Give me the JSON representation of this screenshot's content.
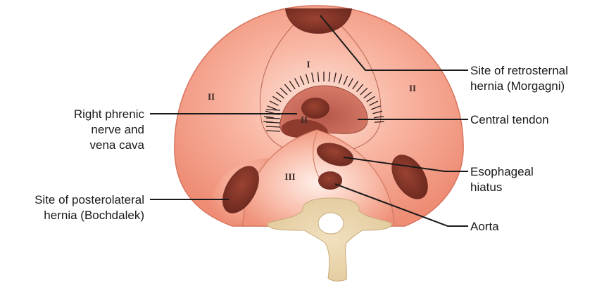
{
  "labels": {
    "retrosternal_line1": "Site of retrosternal",
    "retrosternal_line2": "hernia (Morgagni)",
    "central_tendon": "Central tendon",
    "phrenic_line1": "Right phrenic",
    "phrenic_line2": "nerve and",
    "phrenic_line3": "vena cava",
    "esophageal_line1": "Esophageal",
    "esophageal_line2": "hiatus",
    "posterolateral_line1": "Site of posterolateral",
    "posterolateral_line2": "hernia (Bochdalek)",
    "aorta": "Aorta"
  },
  "regions": {
    "region_i": "I",
    "region_ii_left": "II",
    "region_ii_right": "II",
    "region_ii_center": "II",
    "region_iii": "III"
  },
  "colors": {
    "dome": "#f4a08c",
    "dome_edge": "#d9705c",
    "highlight": "#fde3d8",
    "opening": "#8b3a2c",
    "vertebra": "#e8d2a8",
    "vertebra_edge": "#c9ad7e"
  }
}
